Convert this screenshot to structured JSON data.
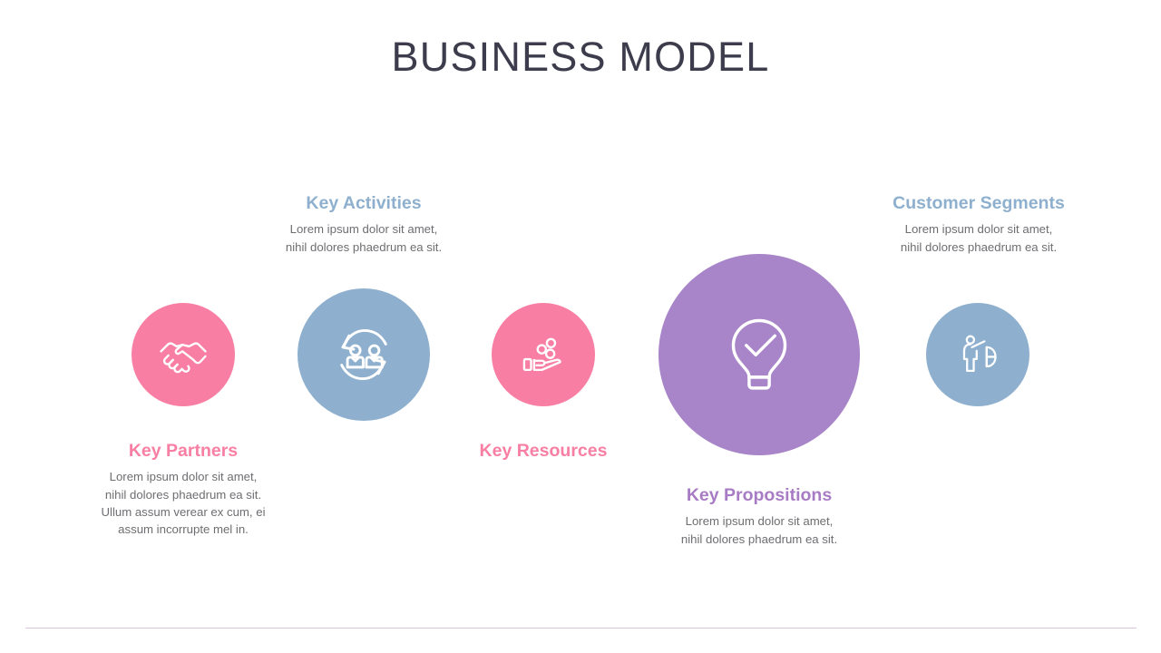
{
  "slide": {
    "title": "BUSINESS MODEL",
    "title_color": "#3c3c4c",
    "background": "#ffffff",
    "footer_rule_color": "#dcc6de"
  },
  "palette": {
    "pink": "#f87fa3",
    "blue": "#8eb0ce",
    "purple": "#a884c8",
    "body_text": "#6e6e72",
    "icon_stroke": "#ffffff"
  },
  "nodes": [
    {
      "id": "partners",
      "heading": "Key Partners",
      "heading_color": "#f87fa3",
      "circle_color": "#f87fa3",
      "icon": "handshake-icon",
      "label_position": "below",
      "description": "Lorem ipsum dolor sit amet,\nnihil dolores phaedrum ea sit.\nUllum assum verear ex cum, ei\nassum incorrupte mel in.",
      "description_lines": [
        "Lorem ipsum dolor sit amet,",
        "nihil dolores phaedrum ea sit.",
        "Ullum assum verear ex cum, ei",
        "assum incorrupte mel in."
      ]
    },
    {
      "id": "activities",
      "heading": "Key Activities",
      "heading_color": "#8eb0ce",
      "circle_color": "#8eb0ce",
      "icon": "people-exchange-icon",
      "label_position": "above",
      "description": "Lorem ipsum dolor sit amet,\nnihil dolores phaedrum ea sit.",
      "description_lines": [
        "Lorem ipsum dolor sit amet,",
        "nihil dolores phaedrum ea sit."
      ]
    },
    {
      "id": "resources",
      "heading": "Key Resources",
      "heading_color": "#f87fa3",
      "circle_color": "#f87fa3",
      "icon": "hand-coins-icon",
      "label_position": "below",
      "description": "",
      "description_lines": []
    },
    {
      "id": "propositions",
      "heading": "Key Propositions",
      "heading_color": "#a87cc4",
      "circle_color": "#a884c8",
      "icon": "lightbulb-check-icon",
      "label_position": "below",
      "description": "Lorem ipsum dolor sit amet,\nnihil dolores phaedrum ea sit.",
      "description_lines": [
        "Lorem ipsum dolor sit amet,",
        "nihil dolores phaedrum ea sit."
      ]
    },
    {
      "id": "segments",
      "heading": "Customer Segments",
      "heading_color": "#8eb0ce",
      "circle_color": "#8eb0ce",
      "icon": "person-piechart-icon",
      "label_position": "above",
      "description": "Lorem ipsum dolor sit amet,\nnihil dolores phaedrum ea sit.",
      "description_lines": [
        "Lorem ipsum dolor sit amet,",
        "nihil dolores phaedrum ea sit."
      ]
    }
  ]
}
